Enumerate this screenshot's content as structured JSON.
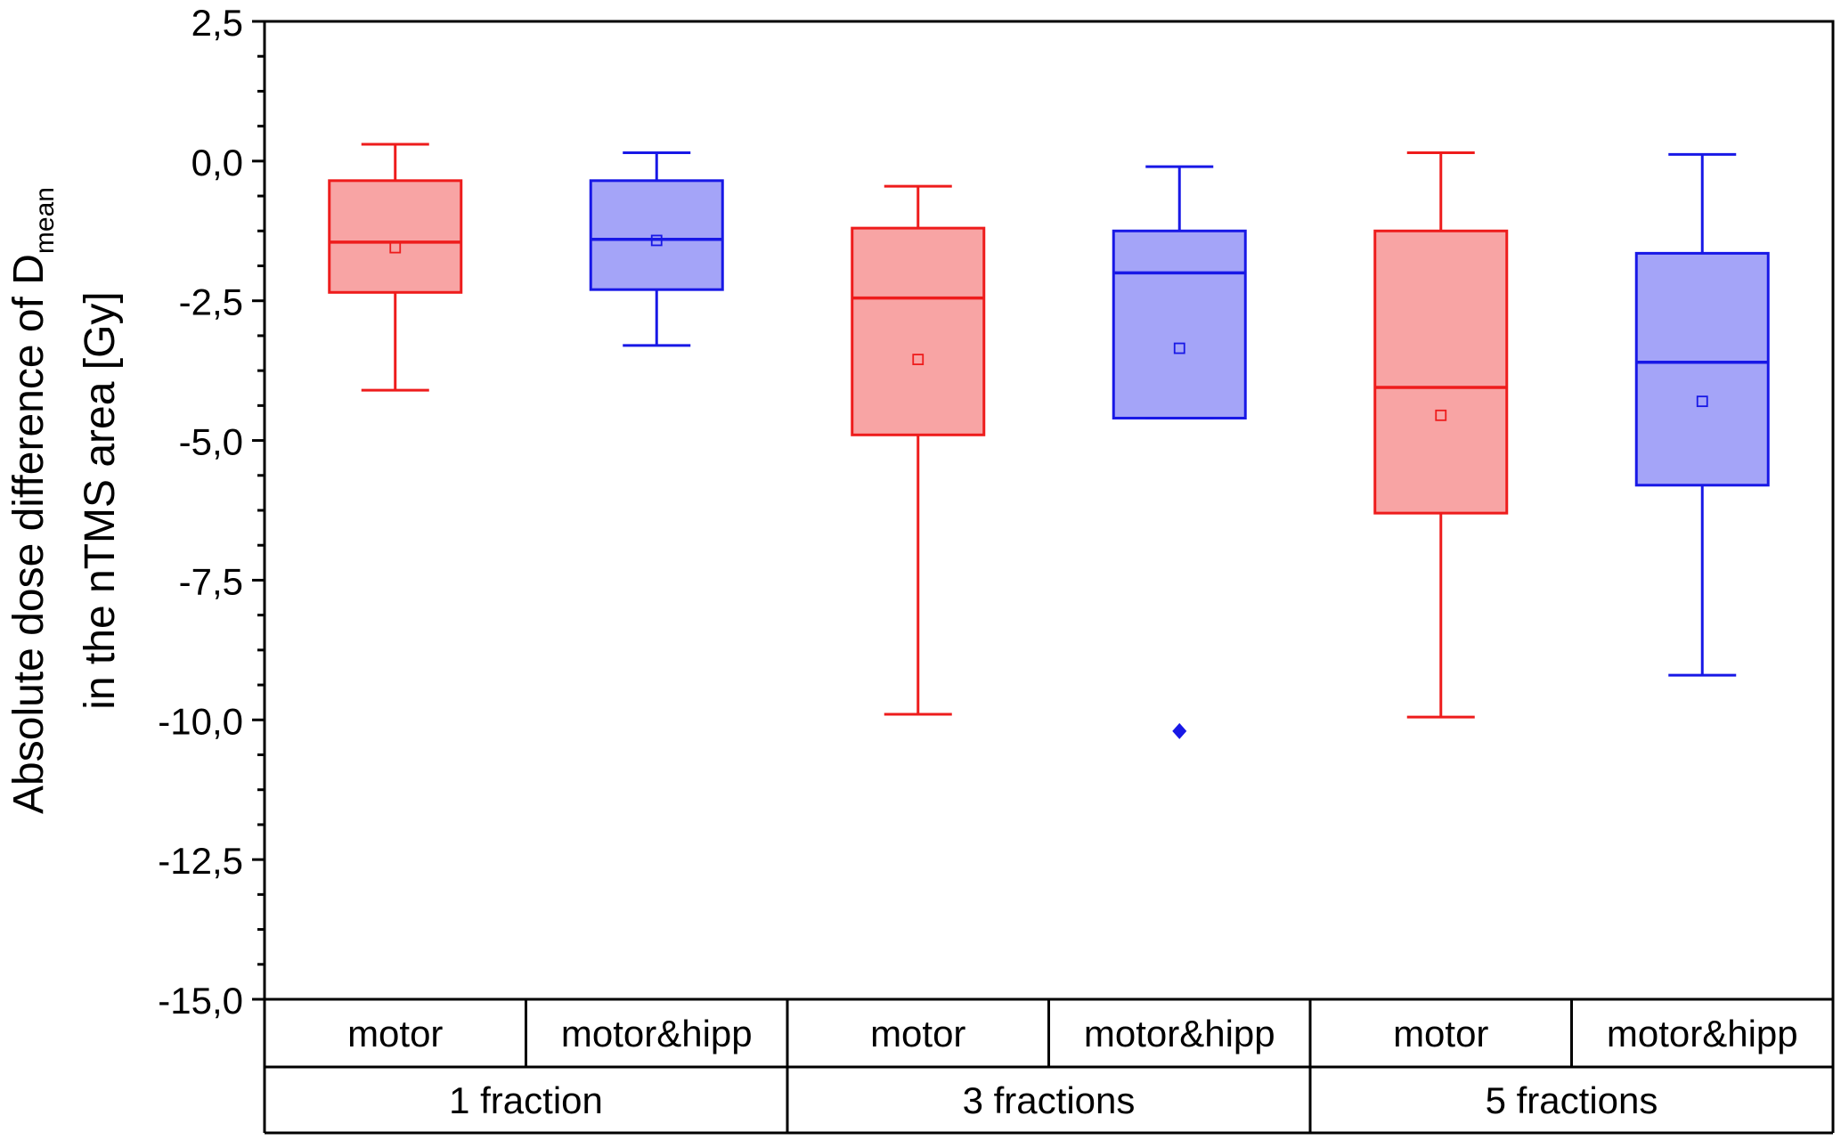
{
  "chart_data": {
    "type": "box",
    "ylabel_line1_main": "Absolute dose difference of D",
    "ylabel_line1_sub": "mean",
    "ylabel_line2": "in the nTMS area [Gy]",
    "ylim": [
      -15.0,
      2.5
    ],
    "y_ticks": [
      {
        "v": 2.5,
        "label": "2,5"
      },
      {
        "v": 0.0,
        "label": "0,0"
      },
      {
        "v": -2.5,
        "label": "-2,5"
      },
      {
        "v": -5.0,
        "label": "-5,0"
      },
      {
        "v": -7.5,
        "label": "-7,5"
      },
      {
        "v": -10.0,
        "label": "-10,0"
      },
      {
        "v": -12.5,
        "label": "-12,5"
      },
      {
        "v": -15.0,
        "label": "-15,0"
      }
    ],
    "groups": [
      "1 fraction",
      "3 fractions",
      "5 fractions"
    ],
    "categories": [
      "motor",
      "motor&hipp",
      "motor",
      "motor&hipp",
      "motor",
      "motor&hipp"
    ],
    "colors": {
      "motor": "#ee1c1c",
      "motor&hipp": "#1818e6",
      "motor_fill": "#f8a4a4",
      "motor&hipp_fill": "#a4a4f8"
    },
    "boxes": [
      {
        "category": "motor",
        "group": "1 fraction",
        "whisker_low": -4.1,
        "q1": -2.35,
        "median": -1.45,
        "q3": -0.35,
        "whisker_high": 0.3,
        "mean": -1.55,
        "outliers": []
      },
      {
        "category": "motor&hipp",
        "group": "1 fraction",
        "whisker_low": -3.3,
        "q1": -2.3,
        "median": -1.4,
        "q3": -0.35,
        "whisker_high": 0.15,
        "mean": -1.42,
        "outliers": []
      },
      {
        "category": "motor",
        "group": "3 fractions",
        "whisker_low": -9.9,
        "q1": -4.9,
        "median": -2.45,
        "q3": -1.2,
        "whisker_high": -0.45,
        "mean": -3.55,
        "outliers": []
      },
      {
        "category": "motor&hipp",
        "group": "3 fractions",
        "whisker_low": -4.6,
        "q1": -4.6,
        "median": -2.0,
        "q3": -1.25,
        "whisker_high": -0.1,
        "mean": -3.35,
        "outliers": [
          -10.2
        ]
      },
      {
        "category": "motor",
        "group": "5 fractions",
        "whisker_low": -9.95,
        "q1": -6.3,
        "median": -4.05,
        "q3": -1.25,
        "whisker_high": 0.15,
        "mean": -4.55,
        "outliers": []
      },
      {
        "category": "motor&hipp",
        "group": "5 fractions",
        "whisker_low": -9.2,
        "q1": -5.8,
        "median": -3.6,
        "q3": -1.65,
        "whisker_high": 0.12,
        "mean": -4.3,
        "outliers": []
      }
    ]
  }
}
